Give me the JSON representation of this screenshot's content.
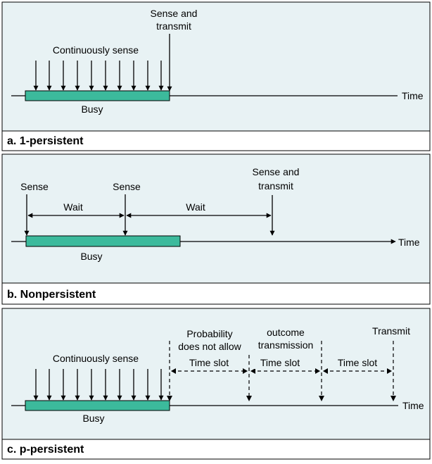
{
  "colors": {
    "panel_bg": "#e8f2f4",
    "busy_fill": "#3cba9c"
  },
  "panel_a": {
    "caption": "a. 1-persistent",
    "sense_and_transmit": [
      "Sense and",
      "transmit"
    ],
    "continuously_sense": "Continuously sense",
    "busy": "Busy",
    "time": "Time"
  },
  "panel_b": {
    "caption": "b. Nonpersistent",
    "sense_1": "Sense",
    "sense_2": "Sense",
    "sense_and_transmit": [
      "Sense and",
      "transmit"
    ],
    "wait_1": "Wait",
    "wait_2": "Wait",
    "busy": "Busy",
    "time": "Time"
  },
  "panel_c": {
    "caption": "c. p-persistent",
    "continuously_sense": "Continuously sense",
    "probability": [
      "Probability",
      "does not allow"
    ],
    "outcome": [
      "outcome",
      "transmission"
    ],
    "transmit": "Transmit",
    "time_slot_1": "Time slot",
    "time_slot_2": "Time slot",
    "time_slot_3": "Time slot",
    "busy": "Busy",
    "time": "Time"
  }
}
